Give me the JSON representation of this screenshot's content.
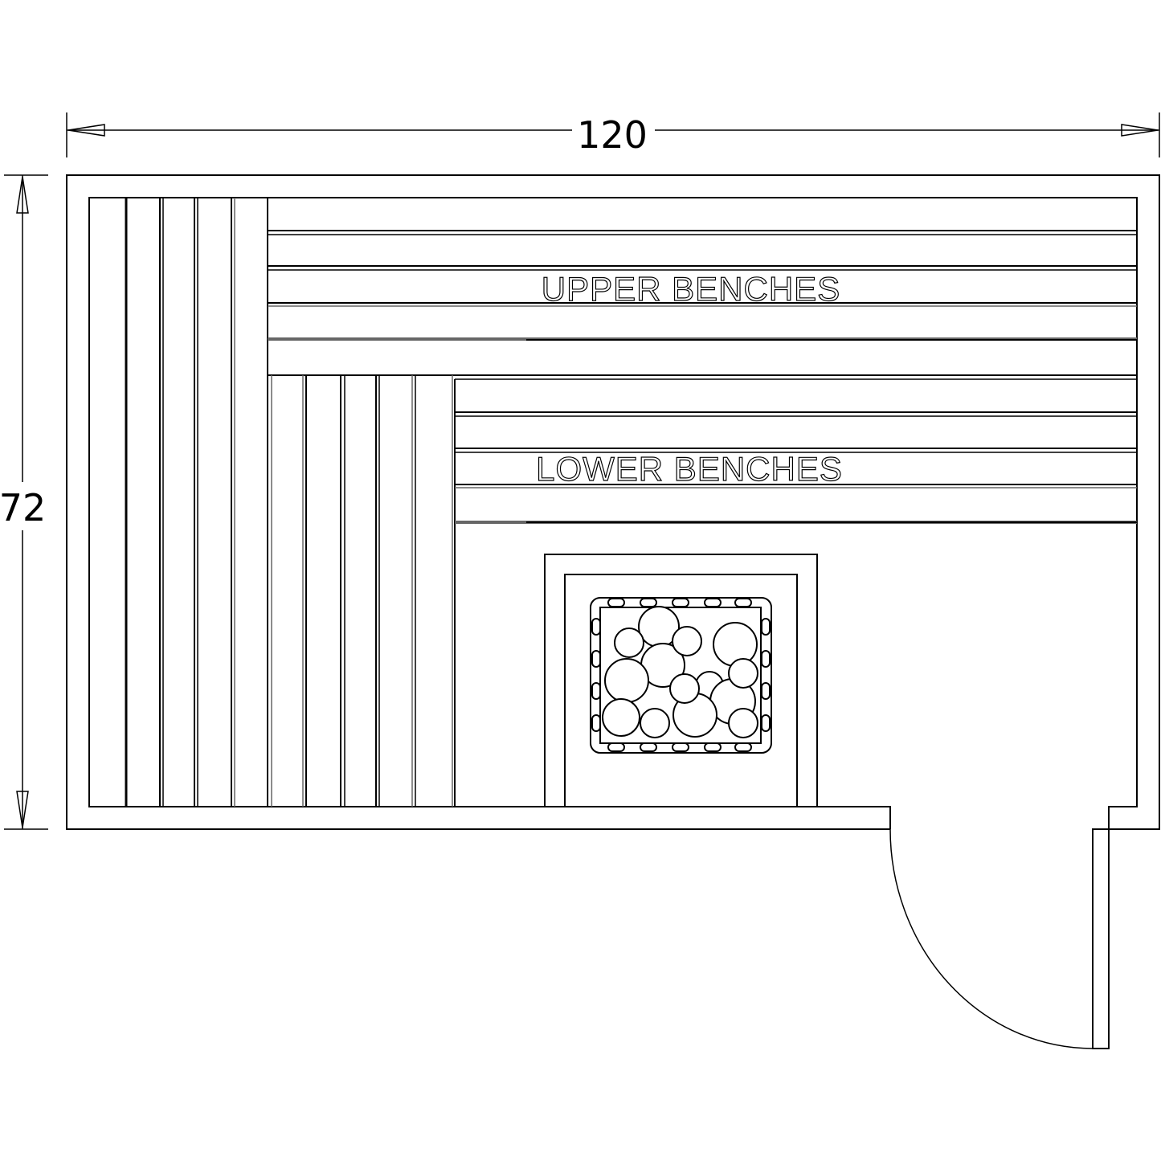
{
  "dimensions": {
    "width": "120",
    "depth": "72"
  },
  "labels": {
    "upper": "UPPER BENCHES",
    "lower": "LOWER BENCHES"
  }
}
